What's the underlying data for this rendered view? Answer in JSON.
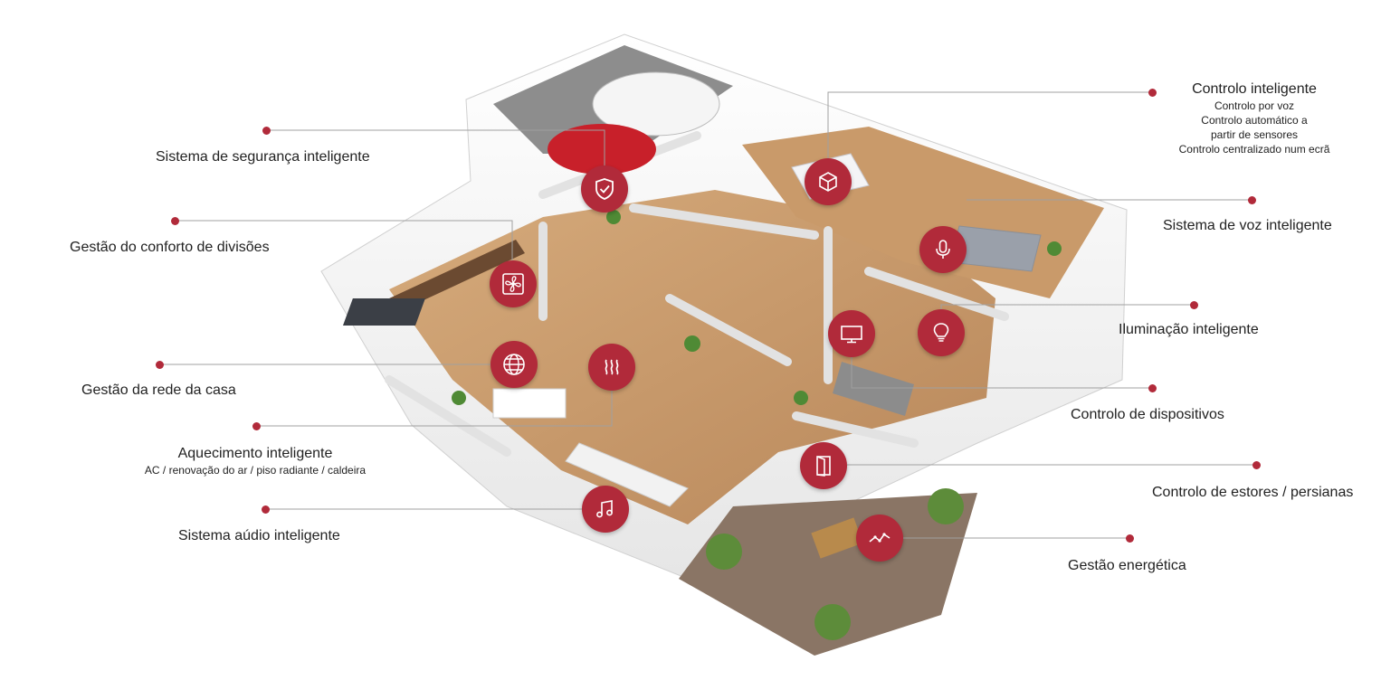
{
  "accent_color": "#b12a3a",
  "features": {
    "security": {
      "label": "Sistema de segurança inteligente",
      "icon": "shield-check-icon"
    },
    "comfort": {
      "label": "Gestão do conforto de divisões",
      "icon": "fan-icon"
    },
    "network": {
      "label": "Gestão da rede da casa",
      "icon": "globe-icon"
    },
    "heating": {
      "label": "Aquecimento inteligente",
      "sub": "AC / renovação do ar / piso radiante / caldeira",
      "icon": "heat-waves-icon"
    },
    "audio": {
      "label": "Sistema aúdio inteligente",
      "icon": "music-note-icon"
    },
    "control": {
      "label": "Controlo inteligente",
      "sub1": "Controlo por voz",
      "sub2": "Controlo automático a",
      "sub3": "partir de sensores",
      "sub4": "Controlo centralizado num ecrã",
      "icon": "cube-icon"
    },
    "voice": {
      "label": "Sistema de voz inteligente",
      "icon": "microphone-icon"
    },
    "lighting": {
      "label": "Iluminação inteligente",
      "icon": "lightbulb-icon"
    },
    "devices": {
      "label": "Controlo de dispositivos",
      "icon": "monitor-icon"
    },
    "blinds": {
      "label": "Controlo de estores / persianas",
      "icon": "door-window-icon"
    },
    "energy": {
      "label": "Gestão energética",
      "icon": "energy-graph-icon"
    }
  }
}
